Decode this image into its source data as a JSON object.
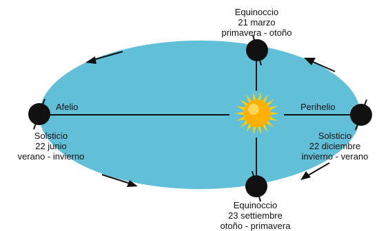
{
  "colors": {
    "orbit_fill": "#62bfd8",
    "earth": "#111111",
    "sun_core": "#ffb000",
    "sun_rays": "#ffd200",
    "line": "#111111"
  },
  "icons": {
    "sun": "sun-icon",
    "earth": "earth-icon",
    "arrow": "arrow-icon"
  },
  "labels": {
    "afelio": "Afelio",
    "perihelio": "Perihelio"
  },
  "positions": {
    "top": {
      "title": "Equinoccio",
      "date": "21 marzo",
      "season": "primavera - otoño"
    },
    "left": {
      "title": "Solsticio",
      "date": "22 junio",
      "season": "verano - invierno"
    },
    "right": {
      "title": "Solsticio",
      "date": "22 diciembre",
      "season": "invierno - verano"
    },
    "bottom": {
      "title": "Equinoccio",
      "date": "23 settiembre",
      "season": "otoño - primavera"
    }
  }
}
